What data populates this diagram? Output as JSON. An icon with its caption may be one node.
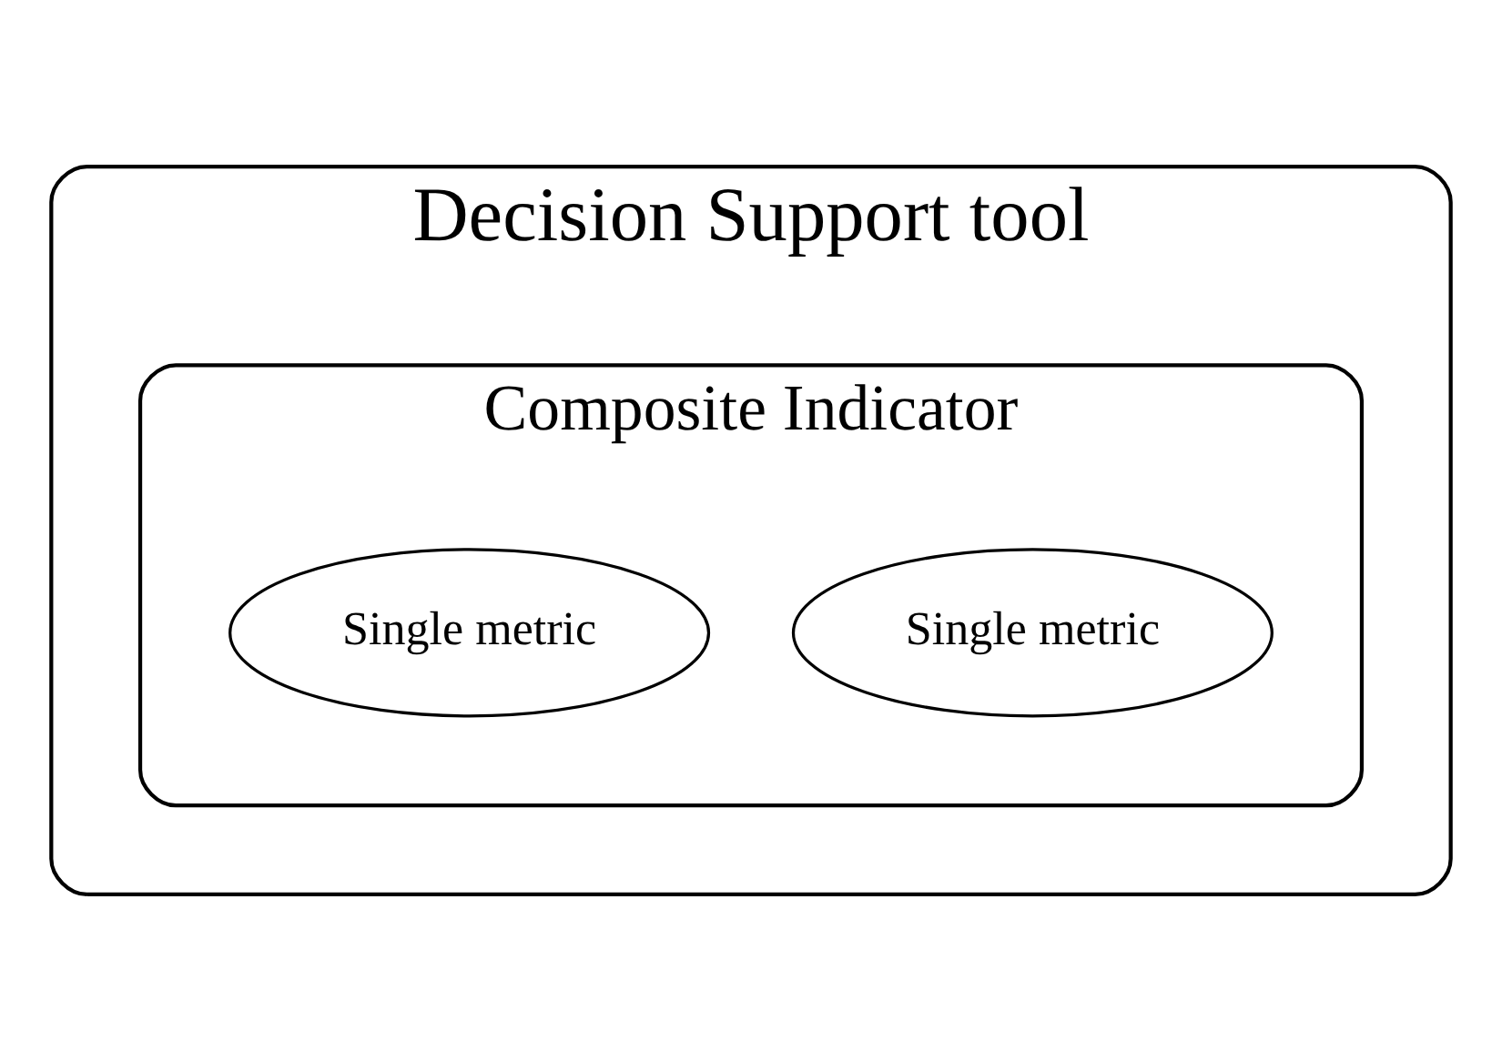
{
  "diagram": {
    "nodes": [
      {
        "text": [
          "Decision Support tool"
        ]
      },
      {
        "text": [
          "Composite Indicator"
        ],
        "in": 0
      },
      {
        "text": [
          "Single metric"
        ],
        "in": 1
      },
      {
        "text": [
          "Single metric"
        ],
        "in": 1
      }
    ]
  }
}
